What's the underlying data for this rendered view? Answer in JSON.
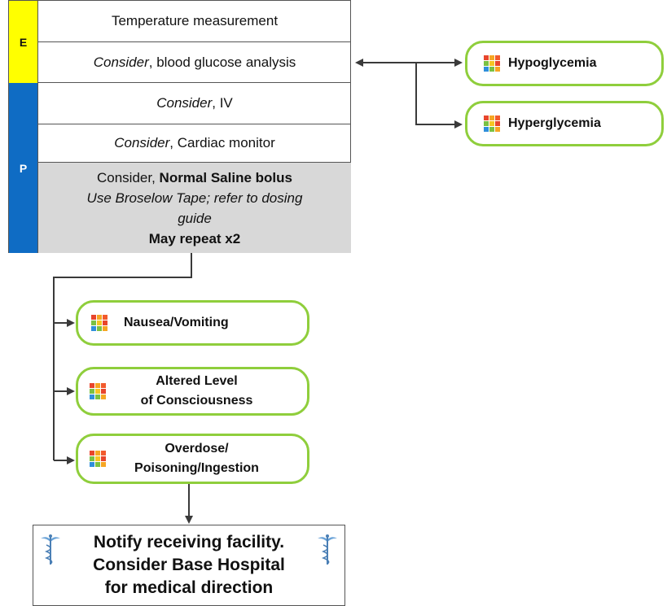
{
  "table": {
    "e_label": "E",
    "p_label": "P",
    "row1": "Temperature measurement",
    "row2_italic": "Consider",
    "row2_rest": ", blood glucose analysis",
    "row3_italic": "Consider",
    "row3_rest": ", IV",
    "row4_italic": "Consider",
    "row4_rest": ", Cardiac monitor",
    "row5_line1_prefix": "Consider, ",
    "row5_line1_bold": "Normal Saline bolus",
    "row5_line2": "Use Broselow Tape; refer to dosing",
    "row5_line3": "guide",
    "row5_line4": "May repeat x2"
  },
  "links": {
    "hypoglycemia": "Hypoglycemia",
    "hyperglycemia": "Hyperglycemia",
    "nausea": "Nausea/Vomiting",
    "altered_line1": "Altered Level",
    "altered_line2": "of Consciousness",
    "overdose_line1": "Overdose/",
    "overdose_line2": "Poisoning/Ingestion"
  },
  "notify": {
    "line1": "Notify receiving facility.",
    "line2": "Consider Base Hospital",
    "line3": "for medical direction"
  },
  "colors": {
    "e_band": "#ffff00",
    "p_band": "#0f6cc4",
    "green_border": "#8fce3c",
    "gray_row": "#d8d8d8",
    "arrow": "#3a3a3a"
  },
  "icons": {
    "link_icon": "protocol-grid-icon",
    "notify_icon": "caduceus-icon"
  }
}
